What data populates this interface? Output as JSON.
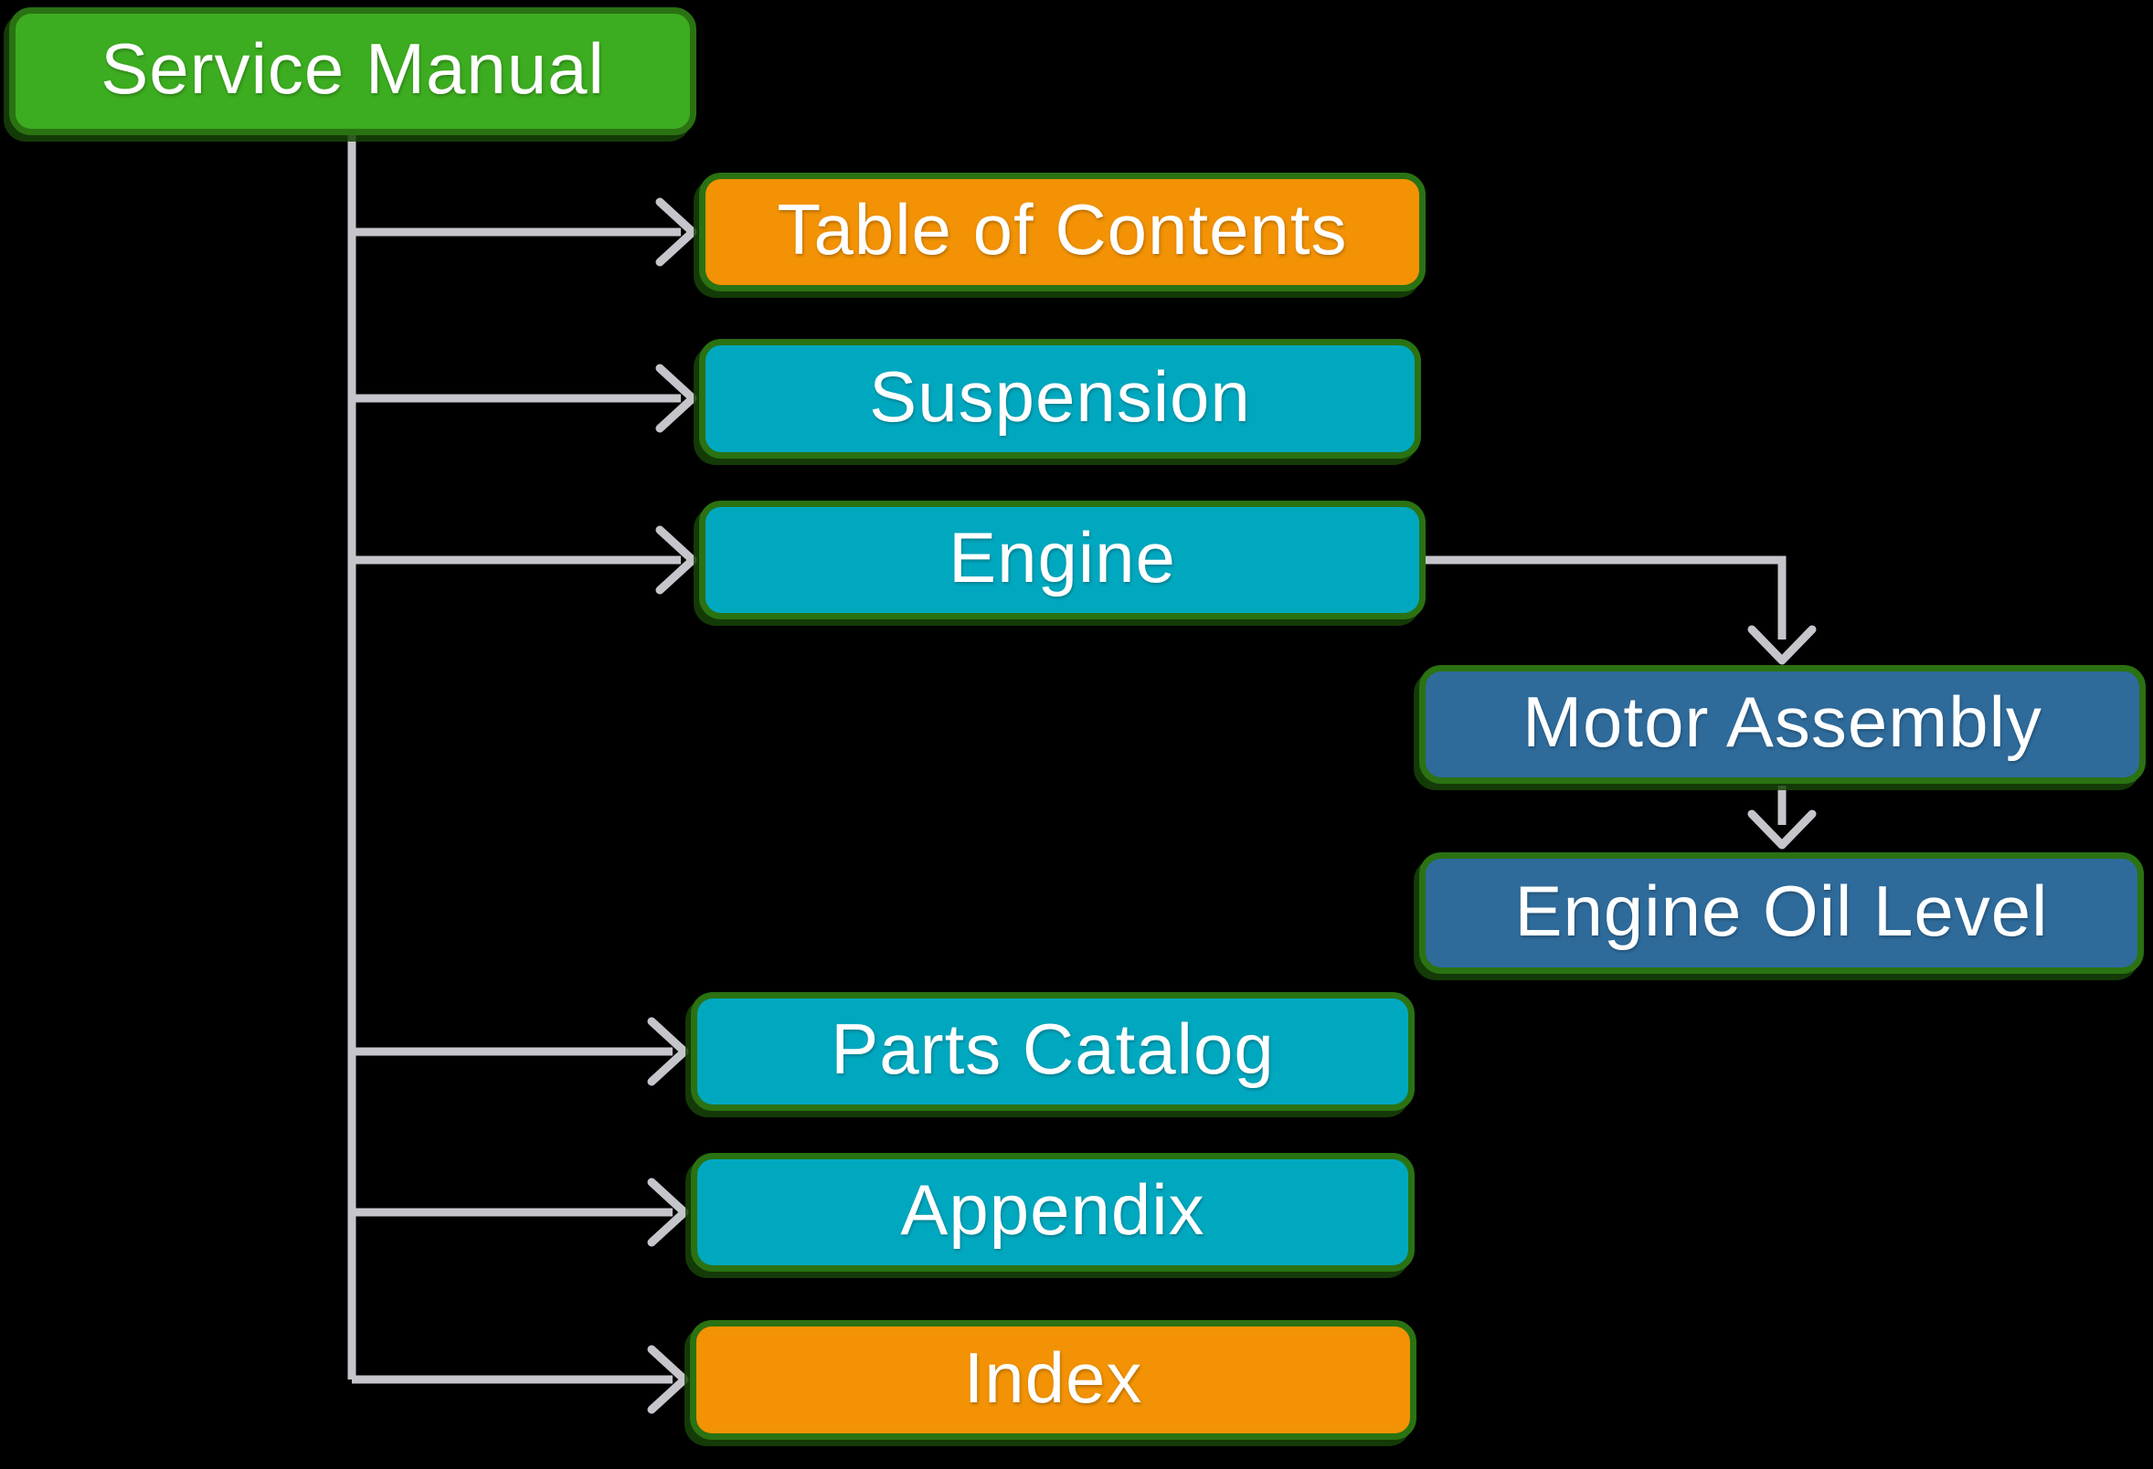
{
  "diagram": {
    "description": "Service Manual hierarchy diagram",
    "colors": {
      "background": "#000000",
      "connector": "#C5C5CB",
      "node_border": "#2A7212",
      "node_text": "#FFFFFF",
      "green_fill": "#3CAC20",
      "orange_fill": "#F29204",
      "teal_fill": "#00A8BF",
      "blue_fill": "#2E6B9B"
    },
    "nodes": [
      {
        "id": "service-manual",
        "label": "Service Manual",
        "fill": "#3CAC20",
        "level": 0
      },
      {
        "id": "table-of-contents",
        "label": "Table of Contents",
        "fill": "#F29204",
        "level": 1
      },
      {
        "id": "suspension",
        "label": "Suspension",
        "fill": "#00A8BF",
        "level": 1
      },
      {
        "id": "engine",
        "label": "Engine",
        "fill": "#00A8BF",
        "level": 1
      },
      {
        "id": "motor-assembly",
        "label": "Motor Assembly",
        "fill": "#2E6B9B",
        "level": 2
      },
      {
        "id": "engine-oil-level",
        "label": "Engine Oil Level",
        "fill": "#2E6B9B",
        "level": 3
      },
      {
        "id": "parts-catalog",
        "label": "Parts Catalog",
        "fill": "#00A8BF",
        "level": 1
      },
      {
        "id": "appendix",
        "label": "Appendix",
        "fill": "#00A8BF",
        "level": 1
      },
      {
        "id": "index",
        "label": "Index",
        "fill": "#F29204",
        "level": 1
      }
    ],
    "edges": [
      {
        "from": "service-manual",
        "to": "table-of-contents"
      },
      {
        "from": "service-manual",
        "to": "suspension"
      },
      {
        "from": "service-manual",
        "to": "engine"
      },
      {
        "from": "service-manual",
        "to": "parts-catalog"
      },
      {
        "from": "service-manual",
        "to": "appendix"
      },
      {
        "from": "service-manual",
        "to": "index"
      },
      {
        "from": "engine",
        "to": "motor-assembly"
      },
      {
        "from": "motor-assembly",
        "to": "engine-oil-level"
      }
    ]
  }
}
